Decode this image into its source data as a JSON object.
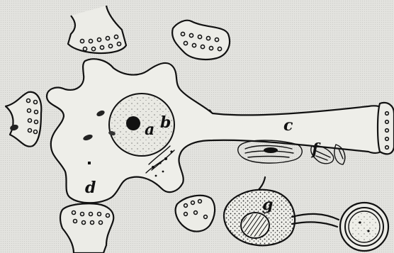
{
  "colors": {
    "ink": "#111111",
    "paper": "#e3e3df"
  },
  "labels": {
    "a": "a",
    "b": "b",
    "c": "c",
    "d": "d",
    "f": "f",
    "g": "g"
  }
}
